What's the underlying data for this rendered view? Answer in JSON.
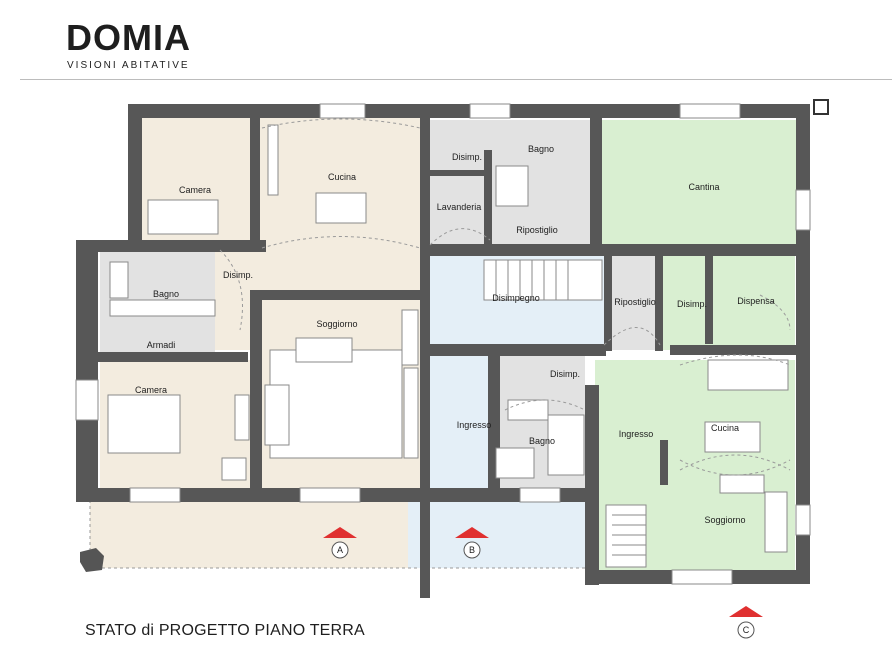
{
  "brand": {
    "name": "DOMIA",
    "tagline": "VISIONI ABITATIVE"
  },
  "caption": "STATO di PROGETTO PIANO TERRA",
  "rooms": [
    "Camera",
    "Cucina",
    "Disimp.",
    "Bagno",
    "Lavanderia",
    "Ripostiglio",
    "Cantina",
    "Disimp.",
    "Bagno",
    "Armadi",
    "Soggiorno",
    "Disimpegno",
    "Ripostiglio",
    "Disimp.",
    "Dispensa",
    "Camera",
    "Disimp.",
    "Ingresso",
    "Ingresso",
    "Bagno",
    "Cucina",
    "Soggiorno"
  ],
  "section_markers": [
    "A",
    "B",
    "C"
  ],
  "colors": {
    "wall": "#555555",
    "beige": "#f3ecdf",
    "blue": "#e4eff7",
    "green": "#d9efd1",
    "gray": "#e2e2e2"
  }
}
